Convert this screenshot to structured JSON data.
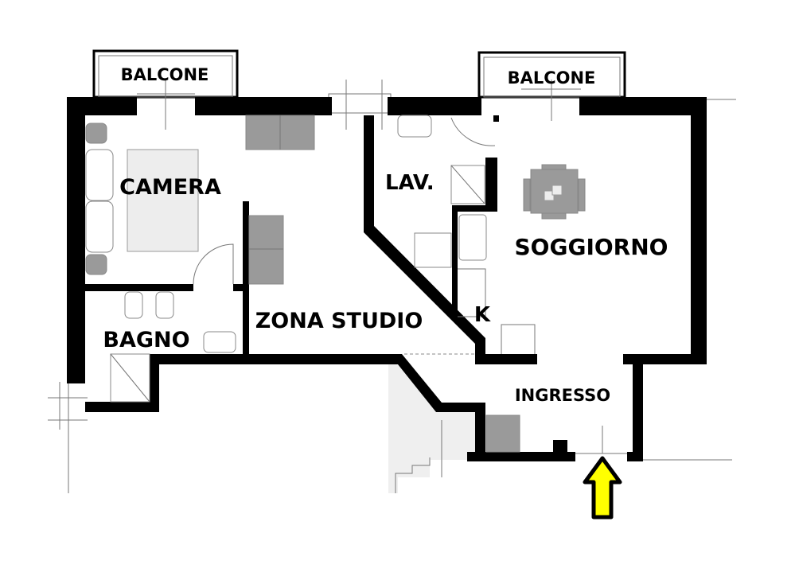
{
  "floor_plan": {
    "rooms": [
      {
        "key": "balcone_left",
        "label": "BALCONE"
      },
      {
        "key": "balcone_right",
        "label": "BALCONE"
      },
      {
        "key": "camera",
        "label": "CAMERA"
      },
      {
        "key": "lavanderia",
        "label": "LAV."
      },
      {
        "key": "soggiorno",
        "label": "SOGGIORNO"
      },
      {
        "key": "bagno",
        "label": "BAGNO"
      },
      {
        "key": "zona_studio",
        "label": "ZONA STUDIO"
      },
      {
        "key": "cucina",
        "label": "K"
      },
      {
        "key": "ingresso",
        "label": "INGRESSO"
      }
    ],
    "colors": {
      "walls": "#000000",
      "furniture": "#9a9a9a",
      "entrance_arrow": "#ffff00"
    },
    "entrance_icon": "arrow-up-icon"
  }
}
